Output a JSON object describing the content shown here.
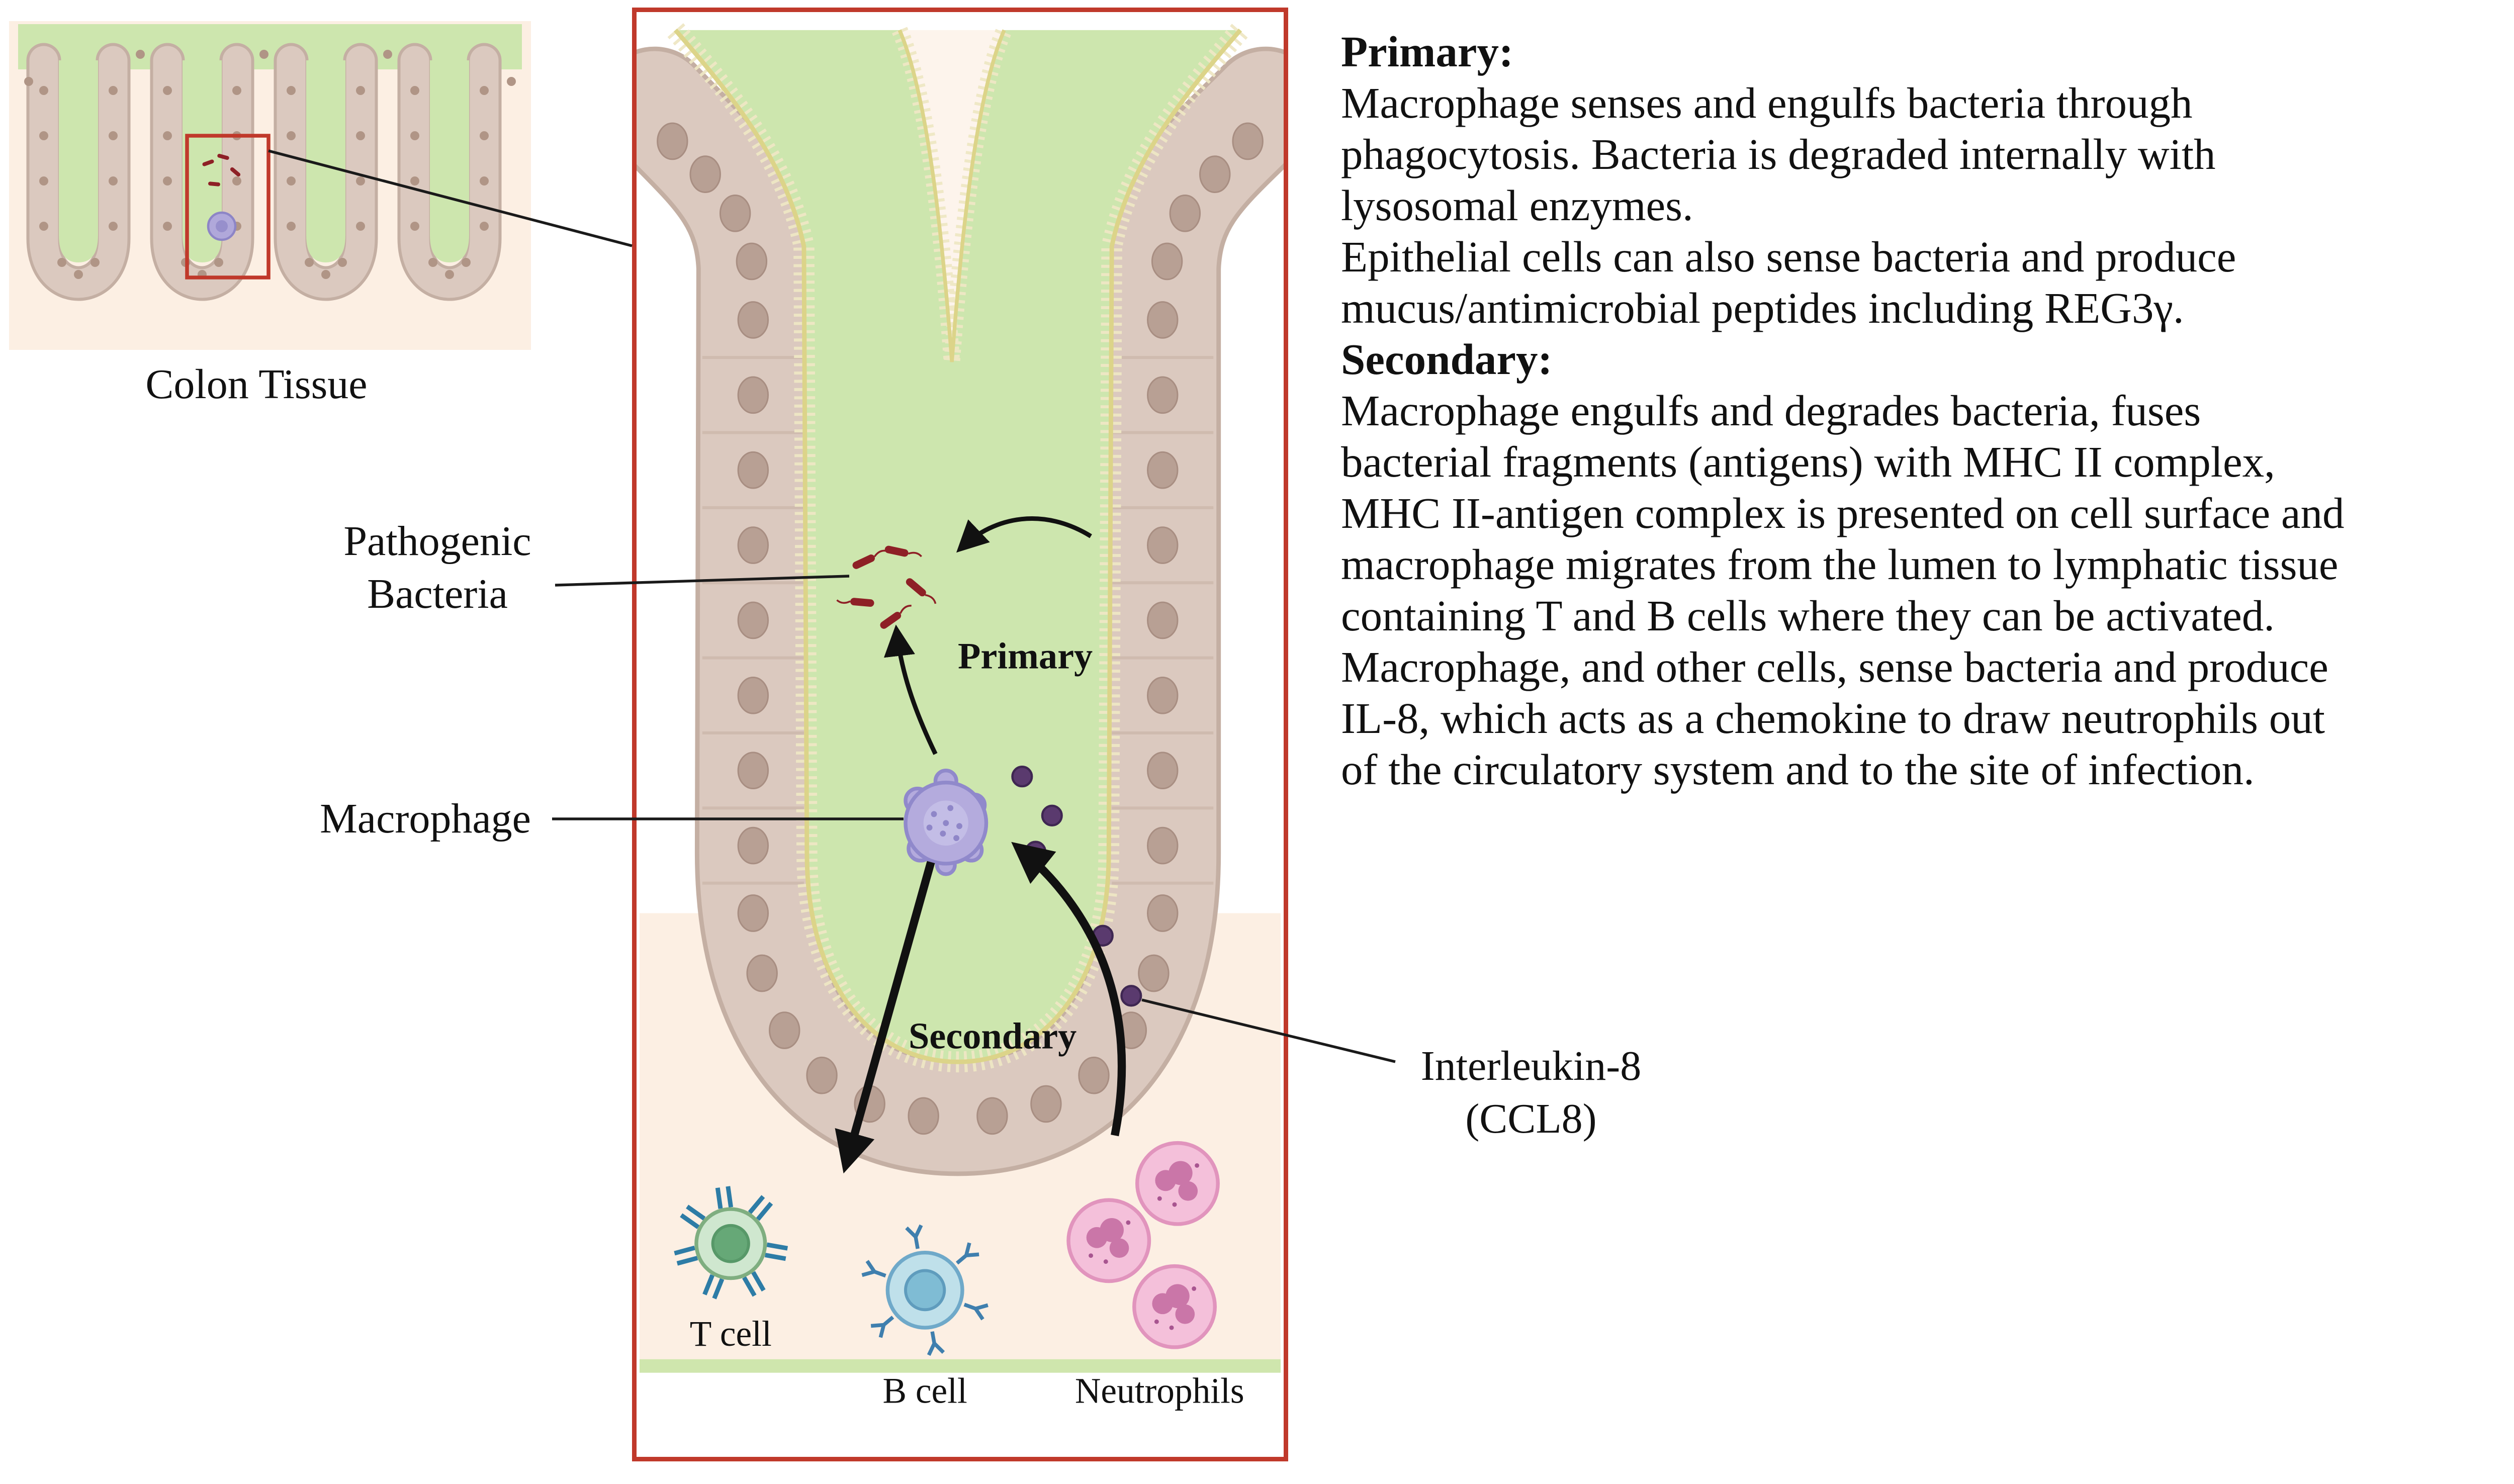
{
  "figure": {
    "mini": {
      "caption": "Colon Tissue"
    },
    "panel_labels": {
      "primary": "Primary",
      "secondary": "Secondary",
      "t_cell": "T cell",
      "b_cell": "B cell",
      "neutrophils": "Neutrophils"
    },
    "callouts": {
      "pathogenic_bacteria": {
        "line1": "Pathogenic",
        "line2": "Bacteria"
      },
      "macrophage": "Macrophage",
      "interleukin8": {
        "line1": "Interleukin-8",
        "line2": "(CCL8)"
      }
    },
    "description": {
      "sections": [
        {
          "heading": "Primary:",
          "paragraphs": [
            "Macrophage senses and engulfs bacteria through phagocytosis. Bacteria is degraded internally with lysosomal enzymes.",
            "Epithelial cells can also sense bacteria and produce mucus/antimicrobial peptides including REG3γ."
          ]
        },
        {
          "heading": "Secondary:",
          "paragraphs": [
            "Macrophage engulfs and degrades bacteria, fuses bacterial fragments (antigens) with MHC II complex, MHC II-antigen complex is presented on cell surface and macrophage migrates from the lumen to lymphatic tissue containing T and B cells where they can be activated.",
            "Macrophage, and other cells, sense bacteria and produce IL-8, which acts as a chemokine to draw neutrophils out of the circulatory system and to the site of infection."
          ]
        }
      ]
    }
  },
  "colors": {
    "highlight_red": "#c0392b",
    "lumen_green": "#cde6ae",
    "epithelium_taupe": "#dbc9bf",
    "nucleus_brown": "#b79e92",
    "brush_border_yellow": "#eee7c4",
    "macrophage_purple": "#b4abdd",
    "il8_purple": "#5a3a6e",
    "bacteria_red": "#8e2026",
    "neutrophil_pink": "#f4c0da",
    "t_cell_green": "#66a877",
    "b_cell_blue": "#7fbcd4",
    "lamina_propria_cream": "#fcefe3",
    "arrow_black": "#111111"
  }
}
